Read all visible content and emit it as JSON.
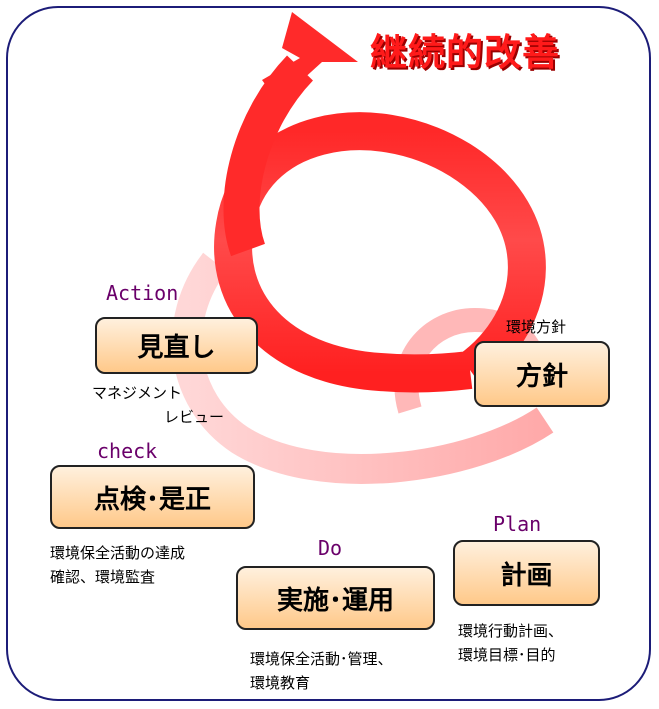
{
  "title": "継続的改善",
  "phases": {
    "action": "Action",
    "check": "check",
    "do": "Do",
    "plan": "Plan"
  },
  "boxes": {
    "review": "見直し",
    "policy": "方針",
    "inspection": "点検･是正",
    "implementation": "実施･運用",
    "planning": "計画"
  },
  "notes": {
    "policy_note": "環境方針",
    "review_note_line1": "マネジメント",
    "review_note_line2": "レビュー",
    "check_note_line1": "環境保全活動の達成",
    "check_note_line2": "確認、環境監査",
    "do_note_line1": "環境保全活動･管理、",
    "do_note_line2": "環境教育",
    "plan_note_line1": "環境行動計画、",
    "plan_note_line2": "環境目標･目的"
  },
  "colors": {
    "arrow": "#ff2a2a",
    "title": "#ff1a1a",
    "phase_label": "#6a006a",
    "box_fill": "#ffd9a8",
    "frame": "#1c1c78"
  }
}
